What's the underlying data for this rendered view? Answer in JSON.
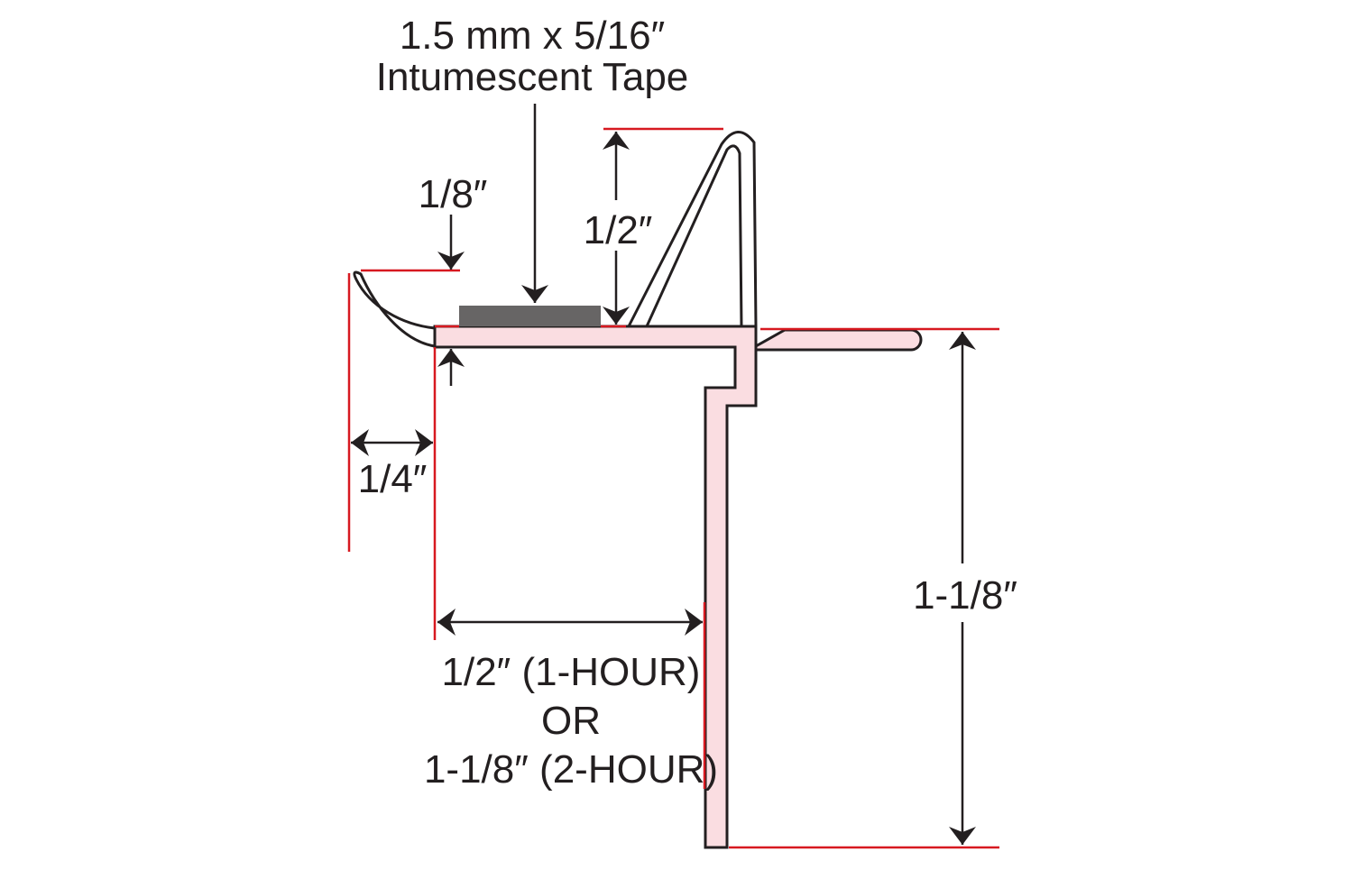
{
  "labels": {
    "tape_line1": "1.5 mm x 5/16″",
    "tape_line2": "Intumescent Tape",
    "lip_height": "1/8″",
    "fin_height": "1/2″",
    "lip_width": "1/4″",
    "depth_line1": "1/2″ (1-HOUR)",
    "depth_line2": "OR",
    "depth_line3": "1-1/8″ (2-HOUR)",
    "total_height": "1-1/8″"
  },
  "colors": {
    "dimension_red": "#d71920",
    "profile_fill": "#fadde1",
    "tape_gray": "#676565"
  }
}
